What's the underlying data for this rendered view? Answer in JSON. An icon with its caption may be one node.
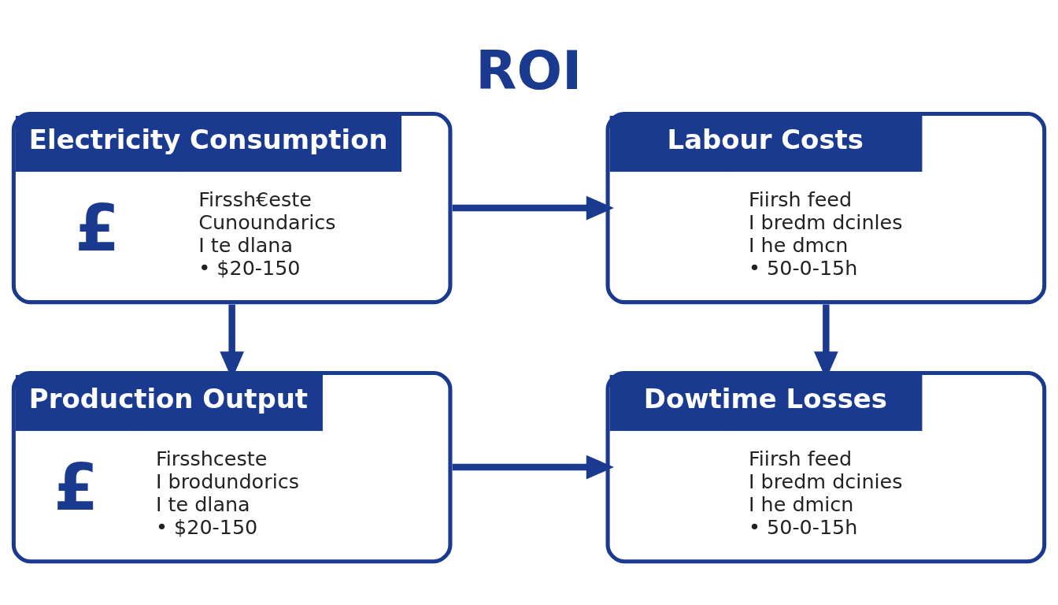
{
  "diagram": {
    "title": "ROI",
    "nodes": [
      {
        "text": [
          "Electricity Consumption",
          "£",
          "Firssh€este",
          "Cunoundarics",
          "I te dlana",
          "• $20-150"
        ]
      },
      {
        "text": [
          "Labour Costs",
          "Fiirsh feed",
          "I bredm dcinles",
          "I he dmcn",
          "• 50-0-15h"
        ]
      },
      {
        "text": [
          "Production Output",
          "£",
          "Firsshceste",
          "I brodundorics",
          "I te dlana",
          "• $20-150"
        ]
      },
      {
        "text": [
          "Dowtime Losses",
          "Fiirsh feed",
          "I bredm dcinies",
          "I he dmicn",
          "• 50-0-15h"
        ]
      }
    ],
    "edges": [
      {
        "from": 0,
        "to": 1,
        "arrow": "to"
      },
      {
        "from": 0,
        "to": 2,
        "arrow": "to"
      },
      {
        "from": 1,
        "to": 3,
        "arrow": "to"
      },
      {
        "from": 2,
        "to": 3,
        "arrow": "to"
      }
    ]
  }
}
